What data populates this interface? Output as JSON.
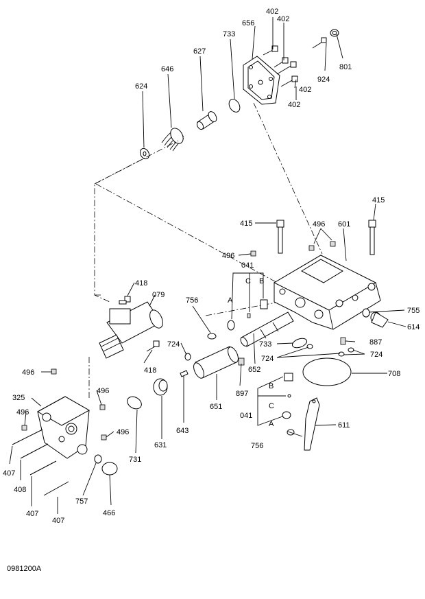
{
  "drawing_code": "0981200A",
  "callouts": {
    "c402a": "402",
    "c402b": "402",
    "c402c": "402",
    "c402d": "402",
    "c656": "656",
    "c733a": "733",
    "c627": "627",
    "c646": "646",
    "c624": "624",
    "c801": "801",
    "c924": "924",
    "c415a": "415",
    "c415b": "415",
    "c496a": "496",
    "c601": "601",
    "c496b": "496",
    "c041a": "041",
    "cC1": "C",
    "cA1": "A",
    "cB1": "B",
    "c418a": "418",
    "c079": "079",
    "c756a": "756",
    "c755": "755",
    "c614": "614",
    "c887": "887",
    "c733b": "733",
    "c724a": "724",
    "c724b": "724",
    "c724c": "724",
    "c708": "708",
    "c652": "652",
    "c418b": "418",
    "c496c": "496",
    "c325": "325",
    "c496d": "496",
    "c496e": "496",
    "c496f": "496",
    "c897": "897",
    "c651": "651",
    "c643": "643",
    "c631": "631",
    "c731": "731",
    "cB2": "B",
    "cC2": "C",
    "c041b": "041",
    "cA2": "A",
    "c756b": "756",
    "c611": "611",
    "c407a": "407",
    "c408": "408",
    "c407b": "407",
    "c407c": "407",
    "c757": "757",
    "c466": "466"
  }
}
